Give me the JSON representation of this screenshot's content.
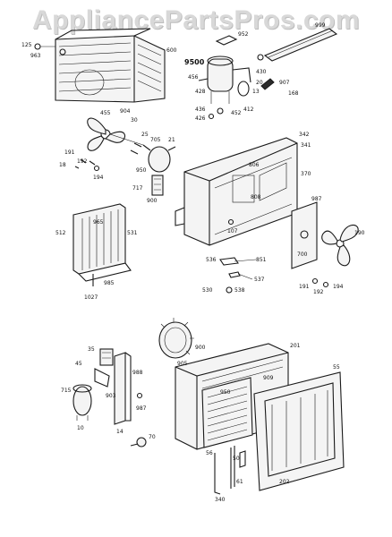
{
  "watermark": "AppliancePartsPros.com",
  "labels": [
    {
      "id": "p125",
      "text": "125"
    },
    {
      "id": "p963",
      "text": "963"
    },
    {
      "id": "p600",
      "text": "600"
    },
    {
      "id": "p9500",
      "text": "9500"
    },
    {
      "id": "p952",
      "text": "952"
    },
    {
      "id": "p999",
      "text": "999"
    },
    {
      "id": "p456",
      "text": "456"
    },
    {
      "id": "p430",
      "text": "430"
    },
    {
      "id": "p20",
      "text": "20"
    },
    {
      "id": "p13",
      "text": "13"
    },
    {
      "id": "p907",
      "text": "907"
    },
    {
      "id": "p168",
      "text": "168"
    },
    {
      "id": "p428",
      "text": "428"
    },
    {
      "id": "p436",
      "text": "436"
    },
    {
      "id": "p426",
      "text": "426"
    },
    {
      "id": "p452",
      "text": "452"
    },
    {
      "id": "p412",
      "text": "412"
    },
    {
      "id": "p455",
      "text": "455"
    },
    {
      "id": "p904",
      "text": "904"
    },
    {
      "id": "p30",
      "text": "30"
    },
    {
      "id": "p25",
      "text": "25"
    },
    {
      "id": "p21",
      "text": "21"
    },
    {
      "id": "p705",
      "text": "705"
    },
    {
      "id": "p191",
      "text": "191"
    },
    {
      "id": "p192",
      "text": "192"
    },
    {
      "id": "p18",
      "text": "18"
    },
    {
      "id": "p194",
      "text": "194"
    },
    {
      "id": "p950",
      "text": "950"
    },
    {
      "id": "p717",
      "text": "717"
    },
    {
      "id": "p900",
      "text": "900"
    },
    {
      "id": "p342",
      "text": "342"
    },
    {
      "id": "p341",
      "text": "341"
    },
    {
      "id": "p370",
      "text": "370"
    },
    {
      "id": "p806",
      "text": "806"
    },
    {
      "id": "p808",
      "text": "808"
    },
    {
      "id": "p107",
      "text": "107"
    },
    {
      "id": "p512",
      "text": "512"
    },
    {
      "id": "p965",
      "text": "965"
    },
    {
      "id": "p531",
      "text": "531"
    },
    {
      "id": "p985",
      "text": "985"
    },
    {
      "id": "p1027",
      "text": "1027"
    },
    {
      "id": "p851",
      "text": "851"
    },
    {
      "id": "p536",
      "text": "536"
    },
    {
      "id": "p537",
      "text": "537"
    },
    {
      "id": "p538",
      "text": "538"
    },
    {
      "id": "p530",
      "text": "530"
    },
    {
      "id": "p987",
      "text": "987"
    },
    {
      "id": "p190",
      "text": "190"
    },
    {
      "id": "p700",
      "text": "700"
    },
    {
      "id": "p191b",
      "text": "191"
    },
    {
      "id": "p192b",
      "text": "192"
    },
    {
      "id": "p194b",
      "text": "194"
    },
    {
      "id": "p35",
      "text": "35"
    },
    {
      "id": "p45",
      "text": "45"
    },
    {
      "id": "p715",
      "text": "715"
    },
    {
      "id": "p10",
      "text": "10"
    },
    {
      "id": "p14",
      "text": "14"
    },
    {
      "id": "p900b",
      "text": "900"
    },
    {
      "id": "p905",
      "text": "905"
    },
    {
      "id": "p201",
      "text": "201"
    },
    {
      "id": "p55",
      "text": "55"
    },
    {
      "id": "p909",
      "text": "909"
    },
    {
      "id": "p950b",
      "text": "950"
    },
    {
      "id": "p988",
      "text": "988"
    },
    {
      "id": "p903",
      "text": "903"
    },
    {
      "id": "p987b",
      "text": "987"
    },
    {
      "id": "p70",
      "text": "70"
    },
    {
      "id": "p56",
      "text": "56"
    },
    {
      "id": "p61",
      "text": "61"
    },
    {
      "id": "p50",
      "text": "50"
    },
    {
      "id": "p202",
      "text": "202"
    },
    {
      "id": "p340",
      "text": "340"
    }
  ]
}
